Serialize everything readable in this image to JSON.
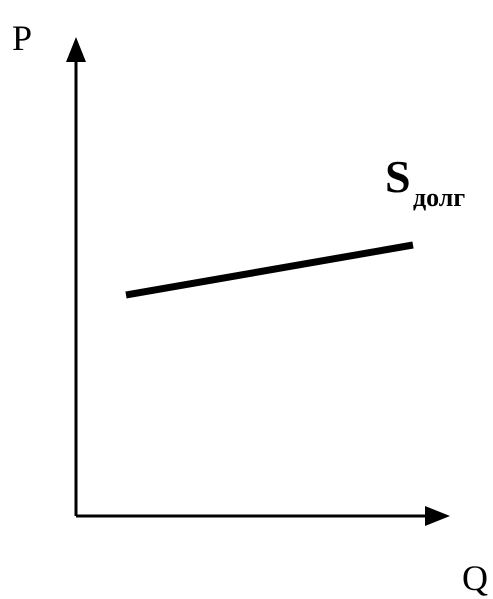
{
  "axes": {
    "y_label": "P",
    "x_label": "Q"
  },
  "curve": {
    "label_main": "S",
    "label_sub": "долг"
  },
  "colors": {
    "ink": "#000000",
    "background": "#ffffff"
  }
}
